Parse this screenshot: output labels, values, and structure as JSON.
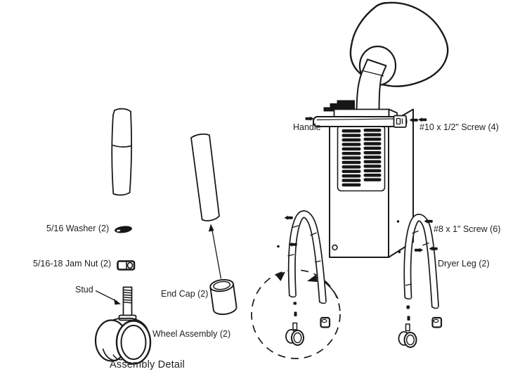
{
  "page": {
    "type": "parts-assembly-diagram",
    "background": "#ffffff",
    "line_color": "#1a1a1a"
  },
  "diagram": {
    "labels": {
      "handle": "Handle",
      "screw_10": "#10 x 1/2\" Screw  (4)",
      "screw_8": "#8 x 1\" Screw (6)",
      "dryer_leg": "Dryer Leg (2)",
      "washer": "5/16 Washer (2)",
      "jam_nut": "5/16-18 Jam Nut (2)",
      "stud": "Stud",
      "end_cap": "End Cap (2)",
      "wheel_assembly": "Wheel Assembly (2)"
    },
    "caption": "Assembly Detail"
  }
}
